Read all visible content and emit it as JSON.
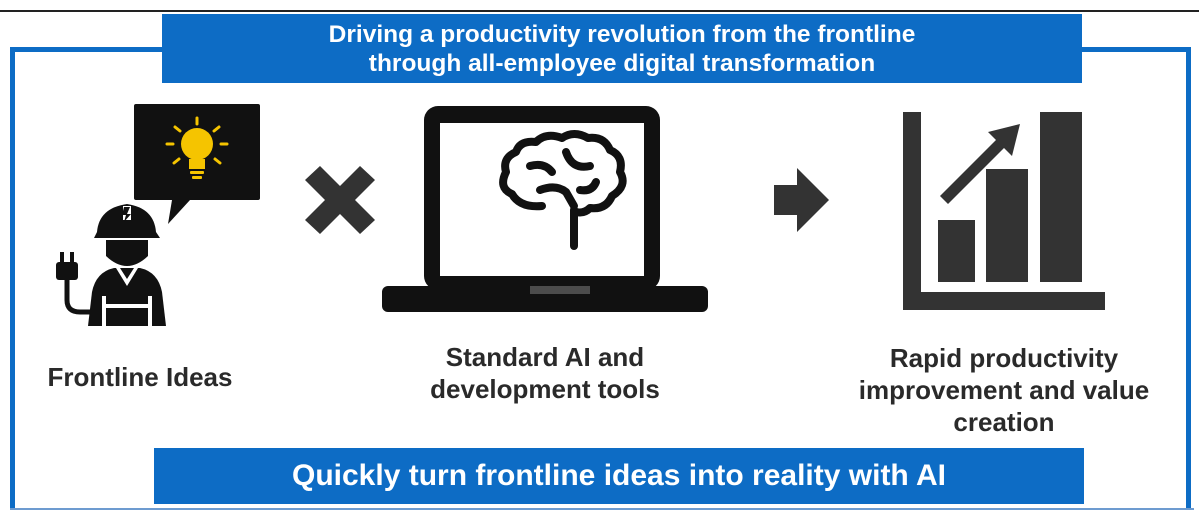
{
  "header": {
    "title_line1": "Driving a productivity revolution from the frontline",
    "title_line2": "through all-employee digital transformation"
  },
  "steps": [
    {
      "label": "Frontline Ideas",
      "icon": "worker-idea-icon"
    },
    {
      "label": "",
      "icon": "multiply-icon"
    },
    {
      "label_line1": "Standard AI and",
      "label_line2": "development tools",
      "icon": "laptop-brain-icon"
    },
    {
      "label": "",
      "icon": "arrow-right-icon"
    },
    {
      "label_line1": "Rapid productivity",
      "label_line2": "improvement and value",
      "label_line3": "creation",
      "icon": "growth-chart-icon"
    }
  ],
  "footer": {
    "tagline": "Quickly turn frontline ideas into reality with AI"
  },
  "colors": {
    "accent_blue": "#0d6cc5",
    "icon_dark": "#222222",
    "bulb_yellow": "#f5c400"
  }
}
